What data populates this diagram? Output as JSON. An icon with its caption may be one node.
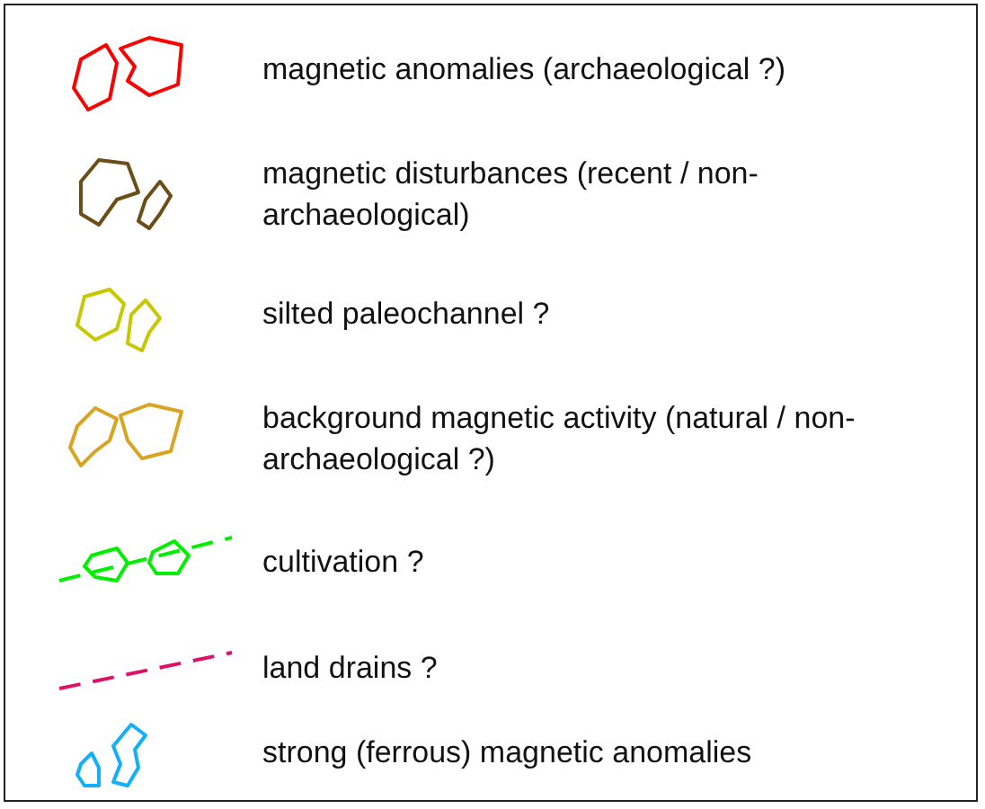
{
  "diagram": {
    "legend": [
      {
        "text": "magnetic anomalies (archaeological ?)",
        "color": "#ff0000"
      },
      {
        "text": "magnetic disturbances (recent / non-archaeological)",
        "color": "#6b4e16"
      },
      {
        "text": "silted paleochannel ?",
        "color": "#c8c800"
      },
      {
        "text": "background magnetic activity (natural / non-archaeological ?)",
        "color": "#d9a520"
      },
      {
        "text": "cultivation ?",
        "color": "#00ee00"
      },
      {
        "text": "land drains ?",
        "color": "#e0106a"
      },
      {
        "text": "strong (ferrous) magnetic anomalies",
        "color": "#10b0ff"
      }
    ]
  }
}
